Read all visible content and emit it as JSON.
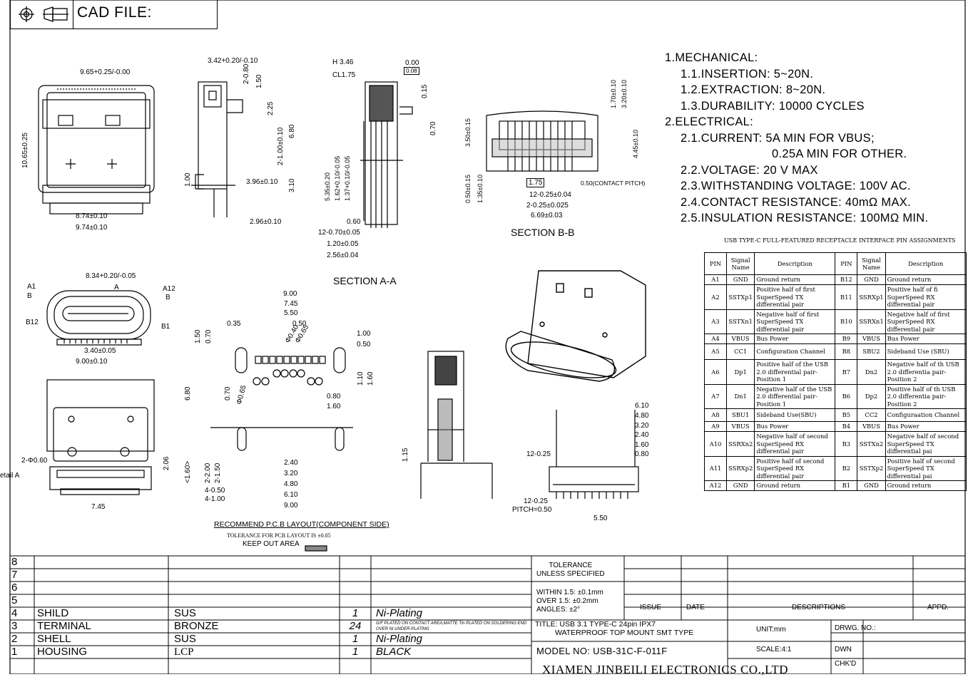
{
  "header": {
    "cad_label": "CAD FILE:",
    "icons": [
      "crosshair-icon",
      "projection-icon"
    ]
  },
  "notes": [
    "1.MECHANICAL:",
    "   1.1.INSERTION:  5~20N.",
    "   1.2.EXTRACTION:  8~20N.",
    "   1.3.DURABILITY:  10000  CYCLES",
    " 2.ELECTRICAL:",
    "   2.1.CURRENT:  5A MIN FOR VBUS;",
    "                0.25A MIN FOR OTHER.",
    "   2.2.VOLTAGE:  20 V MAX",
    "   2.3.WITHSTANDING VOLTAGE:  100V AC.",
    "   2.4.CONTACT RESISTANCE:  40mΩ MAX.",
    "   2.5.INSULATION RESISTANCE:  100MΩ MIN."
  ],
  "pin_table": {
    "title": "USB TYPE-C FULL-FEATURED RECEPTACLE INTERFACE PIN ASSIGNMENTS",
    "headers": [
      "PIN",
      "Signal Name",
      "Description",
      "PIN",
      "Signal Name",
      "Description"
    ],
    "rows": [
      [
        "A1",
        "GND",
        "Ground return",
        "B12",
        "GND",
        "Ground return"
      ],
      [
        "A2",
        "SSTXp1",
        "Positive half of first SuperSpeed TX differential pair",
        "B11",
        "SSRXp1",
        "Positive half of fi SuperSpeed RX differential pair"
      ],
      [
        "A3",
        "SSTXn1",
        "Negative half of first SuperSpeed TX differential pair",
        "B10",
        "SSRXn1",
        "Negative half of first SuperSpeed RX differential pair"
      ],
      [
        "A4",
        "VBUS",
        "Bus Power",
        "B9",
        "VBUS",
        "Bus Power"
      ],
      [
        "A5",
        "CC1",
        "Configuration Channel",
        "B8",
        "SBU2",
        "Sideband Use (SBU)"
      ],
      [
        "A6",
        "Dp1",
        "Positive half of the USB 2.0 differential pair-Position 1",
        "B7",
        "Dn2",
        "Negative half of th USB 2.0 differentia pair-Position 2"
      ],
      [
        "A7",
        "Dn1",
        "Negative half of the USB 2.0 differential pair-Position 1",
        "B6",
        "Dp2",
        "Positive half of th USB 2.0 differentia pair-Position 2"
      ],
      [
        "A8",
        "SBU1",
        "Sideband Use(SBU)",
        "B5",
        "CC2",
        "Configuraation Channel"
      ],
      [
        "A9",
        "VBUS",
        "Bus Power",
        "B4",
        "VBUS",
        "Bus Power"
      ],
      [
        "A10",
        "SSRXn2",
        "Negative half of second SuperSpeed RX differential pair",
        "B3",
        "SSTXn2",
        "Negative half of second SuperSpeed TX differential pai"
      ],
      [
        "A11",
        "SSRXp2",
        "Positive half of second SuperSpeed RX differential pair",
        "B2",
        "SSTXp2",
        "Positive half of second SuperSpeed TX differential pai"
      ],
      [
        "A12",
        "GND",
        "Ground return",
        "B1",
        "GND",
        "Ground return"
      ]
    ]
  },
  "dimensions": {
    "front_width": "9.65+0.25/-0.00",
    "front_height": "10.65±0.25",
    "front_bottom_inner": "8.74±0.10",
    "front_bottom_outer": "9.74±0.10",
    "side_top": "3.42+0.20/-0.10",
    "side_280": "2-0.80",
    "side_150": "1.50",
    "side_225": "2.25",
    "side_100b": "2-1.00±0.10",
    "side_680": "6.80",
    "side_396": "3.96±0.10",
    "side_100": "1.00",
    "side_310": "3.10",
    "side_296": "2.96±0.10",
    "sec_h": "H 3.46",
    "sec_cl": "CL1.75",
    "sec_000": "0.00",
    "sec_flat": "0.08",
    "sec_015": "0.15",
    "sec_070": "0.70",
    "sec_535": "5.35±0.20",
    "sec_162": "1.62+0.10/-0.05",
    "sec_137": "1.37+0.10/-0.05",
    "sec_060": "0.60",
    "sec_1270": "12-0.70±0.05",
    "sec_120": "1.20±0.05",
    "sec_256": "2.56±0.04",
    "secA_label": "SECTION A-A",
    "bb_170": "1.70±0.10",
    "bb_320": "3.20±0.10",
    "bb_350": "3.50±0.15",
    "bb_445": "4.45±0.10",
    "bb_050": "0.50±0.15",
    "bb_135": "1.35±0.10",
    "bb_175": "1.75",
    "bb_pitch": "0.50(CONTACT PITCH)",
    "bb_1225": "12-0.25±0.04",
    "bb_2025": "2-0.25±0.025",
    "bb_669": "6.69±0.03",
    "secB_label": "SECTION B-B",
    "mate_834": "8.34+0.20/-0.05",
    "mate_a1": "A1",
    "mate_b": "B",
    "mate_a": "A",
    "mate_a12": "A12",
    "mate_b2": "B",
    "mate_b12": "B12",
    "mate_b1": "B1",
    "mate_340": "3.40±0.05",
    "mate_900": "9.00±0.10",
    "bot_2060": "2-Φ0.60",
    "bot_detail": "etail A",
    "bot_206": "2.06",
    "bot_745": "7.45",
    "pcb": [
      "9.00",
      "7.45",
      "5.50",
      "0.35",
      "0.50",
      "1.00",
      "0.50",
      "1.50",
      "0.70",
      "Φ0.40",
      "Φ0.65",
      "0.70",
      "Φ0.65",
      "0.80",
      "1.60",
      "1.10",
      "1.60",
      "6.80",
      "2.40",
      "3.20",
      "4.80",
      "6.10",
      "9.00",
      "4-0.50",
      "4-1.00",
      "2-2.00",
      "2-1.50",
      "<1.60>"
    ],
    "pcb_title": "RECOMMEND P.C.B LAYOUT(COMPONENT SIDE)",
    "pcb_tol": "TOLERANCE FOR PCB LAYOUT IS ±0.05",
    "pcb_keep": "KEEP OUT AREA",
    "side2_115": "1.15",
    "smt": [
      "6.10",
      "4.80",
      "3.20",
      "2.40",
      "1.60",
      "0.80",
      "12-0.25",
      "12-0.25",
      "PITCH=0.50",
      "5.50"
    ]
  },
  "bom": [
    {
      "no": "8",
      "name": "",
      "material": "",
      "qty": "",
      "finish": ""
    },
    {
      "no": "7",
      "name": "",
      "material": "",
      "qty": "",
      "finish": ""
    },
    {
      "no": "6",
      "name": "",
      "material": "",
      "qty": "",
      "finish": ""
    },
    {
      "no": "5",
      "name": "",
      "material": "",
      "qty": "",
      "finish": ""
    },
    {
      "no": "4",
      "name": "SHILD",
      "material": "SUS",
      "qty": "1",
      "finish": "Ni-Plating"
    },
    {
      "no": "3",
      "name": "TERMINAL",
      "material": "BRONZE",
      "qty": "24",
      "finish": "G/F PLATED ON CONTACT AREA,MATTE Tin PLATED ON SOLDERING END OVER Ni UNDER-PLATING"
    },
    {
      "no": "2",
      "name": "SHELL",
      "material": "SUS",
      "qty": "1",
      "finish": "Ni-Plating"
    },
    {
      "no": "1",
      "name": "HOUSING",
      "material": "LCP",
      "qty": "1",
      "finish": "BLACK"
    }
  ],
  "title_block": {
    "tolerance": "TOLERANCE\nUNLESS SPECIFIED",
    "within": "WITHIN 1.5: ±0.1mm",
    "over": "OVER 1.5:  ±0.2mm",
    "angles": "ANGLES: ±2°",
    "issue": "ISSUE",
    "date": "DATE",
    "descriptions": "DESCRIPTIONS",
    "appd": "APPD.",
    "title": "TITLE: USB 3.1 TYPE-C 24pin IPX7",
    "title2": "WATERPROOF TOP MOUNT SMT TYPE",
    "unit": "UNIT:mm",
    "drwg": "DRWG. NO.:",
    "model": "MODEL NO: USB-31C-F-011F",
    "scale": "SCALE:4:1",
    "dwn": "DWN",
    "chkd": "CHK'D",
    "company": "XIAMEN JINBEILI ELECTRONICS CO.,LTD"
  }
}
